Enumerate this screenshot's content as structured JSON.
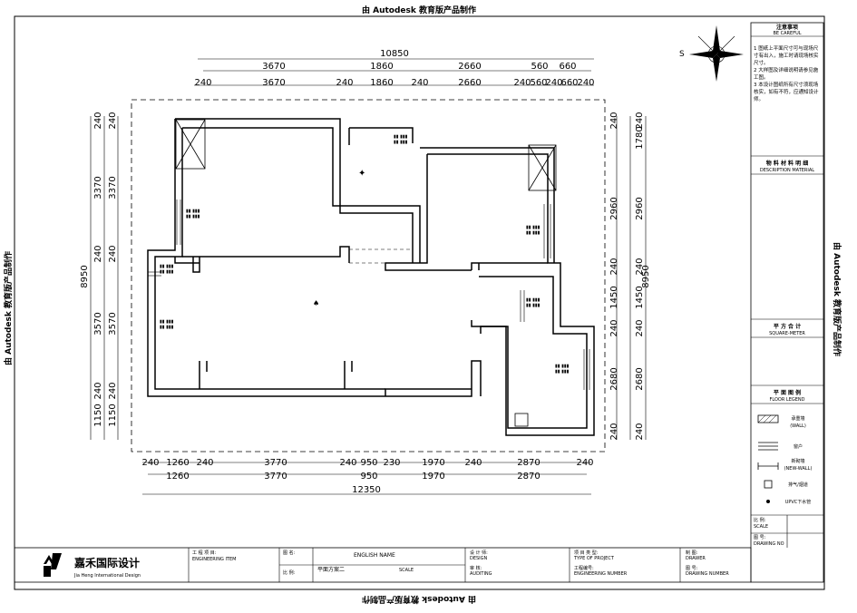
{
  "watermark": "由 Autodesk 教育版产品制作",
  "dims": {
    "top_total": "10850",
    "top_row1": [
      "3670",
      "1860",
      "2660",
      "560",
      "660"
    ],
    "top_row2": [
      "240",
      "3670",
      "240",
      "1860",
      "240",
      "2660",
      "240",
      "560",
      "240",
      "660",
      "240"
    ],
    "bottom_row1": [
      "240",
      "1260",
      "240",
      "3770",
      "240",
      "950",
      "230",
      "1970",
      "240",
      "2870",
      "240"
    ],
    "bottom_row2": [
      "1260",
      "3770",
      "950",
      "1970",
      "2870"
    ],
    "bottom_total": "12350",
    "left_total": "8950",
    "left_outer": [
      "240",
      "3370",
      "240",
      "3570",
      "240",
      "1150"
    ],
    "left_inner": [
      "240",
      "3370",
      "240",
      "3570",
      "240",
      "1150"
    ],
    "right_total": "8950",
    "right_outer": [
      "240",
      "1780",
      "2960",
      "240",
      "1450",
      "240",
      "2680",
      "240"
    ],
    "right_inner": [
      "240",
      "2960",
      "240",
      "1450",
      "240",
      "2680",
      "240"
    ]
  },
  "compass": {
    "label": "S"
  },
  "notes": {
    "heading": "注意事项",
    "heading_en": "BE CAREFUL",
    "items": [
      "1 图纸上平面尺寸可与现场尺寸有出入，施工时请现场核实尺寸。",
      "2 大样图及详细说明请参见施工图。",
      "3 本设计图纸所有尺寸须现场核实，如有不符，应通知设计师。"
    ]
  },
  "sections": {
    "material": "物 料 材 料 明 细",
    "material_en": "DESCRIPTION MATERIAL",
    "area": "平 方 合 计",
    "area_en": "SQUARE-METER",
    "legend_title": "平 面 图 例",
    "legend_en": "FLOOR LEGEND"
  },
  "legend": [
    {
      "label": "承重墙",
      "sub": "(WALL)"
    },
    {
      "label": "窗户",
      "sub": ""
    },
    {
      "label": "新砌墙",
      "sub": "(NEW-WALL)"
    },
    {
      "label": "排气/烟道",
      "sub": ""
    },
    {
      "label": "UPVC下水管",
      "sub": ""
    }
  ],
  "side_boxes": {
    "scale_label": "比 例:",
    "scale_en": "SCALE",
    "no_label": "图 号:",
    "no_en": "DRAWING NO"
  },
  "title_block": {
    "company_cn": "嘉禾国际设计",
    "company_en": "Jia Heng International Design",
    "project_label": "工 程 项 目:",
    "project_en": "ENGINEERING ITEM",
    "drawing_label": "图 名:",
    "drawing_name": "平面方案二",
    "drawing_en": "ENGLISH NAME",
    "scale_label": "比 例:",
    "scale_en": "SCALE",
    "design_label": "设 计 师:",
    "design_en": "DESIGN",
    "audit_label": "审 核:",
    "audit_en": "AUDITING",
    "type_label": "项 目 类 型:",
    "type_en": "TYPE OF PROJECT",
    "no_label": "工程编号:",
    "no_en": "ENGINEERING NUMBER",
    "draw_label": "制 图:",
    "draw_en": "DRAWER",
    "sheet_label": "图 号:",
    "sheet_en": "DRAWING NUMBER"
  }
}
